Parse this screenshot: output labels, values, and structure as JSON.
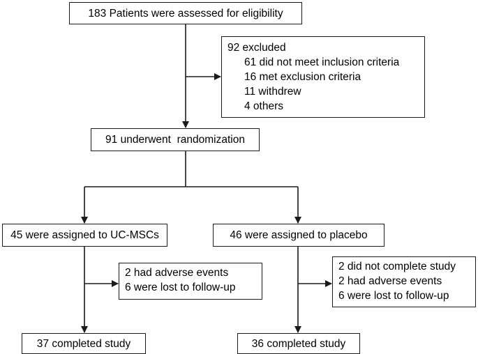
{
  "flowchart": {
    "eligibility": {
      "text": "183 Patients were assessed for eligibility"
    },
    "excluded": {
      "title": "92 excluded",
      "reasons": [
        "61 did not meet inclusion criteria",
        "16 met exclusion criteria",
        "11 withdrew",
        "4 others"
      ]
    },
    "randomization": {
      "text": "91 underwent  randomization"
    },
    "ucmsc_arm": {
      "assigned": "45 were assigned to UC-MSCs",
      "dropouts": [
        "2 had adverse events",
        "6 were lost to follow-up"
      ],
      "completed": "37 completed study"
    },
    "placebo_arm": {
      "assigned": "46 were assigned to placebo",
      "dropouts": [
        "2 did not complete study",
        "2 had adverse events",
        "6 were lost to follow-up"
      ],
      "completed": "36 completed study"
    }
  },
  "colors": {
    "stroke": "#1a1a1a",
    "background": "#ffffff",
    "text": "#000000"
  }
}
